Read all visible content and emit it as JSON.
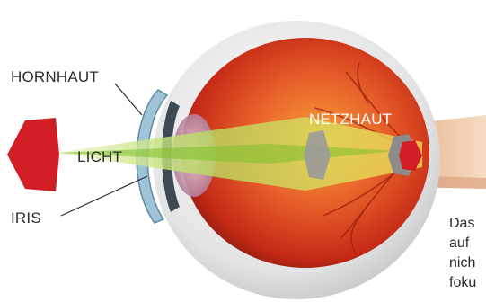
{
  "labels": {
    "cornea": "HORNHAUT",
    "light": "LICHT",
    "iris": "IRIS",
    "retina": "NETZHAUT"
  },
  "description_lines": [
    "Das",
    "auf",
    "nich",
    "foku"
  ],
  "colors": {
    "object": "#d21f25",
    "light_beam": "#9ccf3a",
    "eyeball_red": "#d9391b",
    "sclera": "#e6e6e6",
    "optic_nerve": "#f2c9a6",
    "image": "#8c8c8c"
  }
}
